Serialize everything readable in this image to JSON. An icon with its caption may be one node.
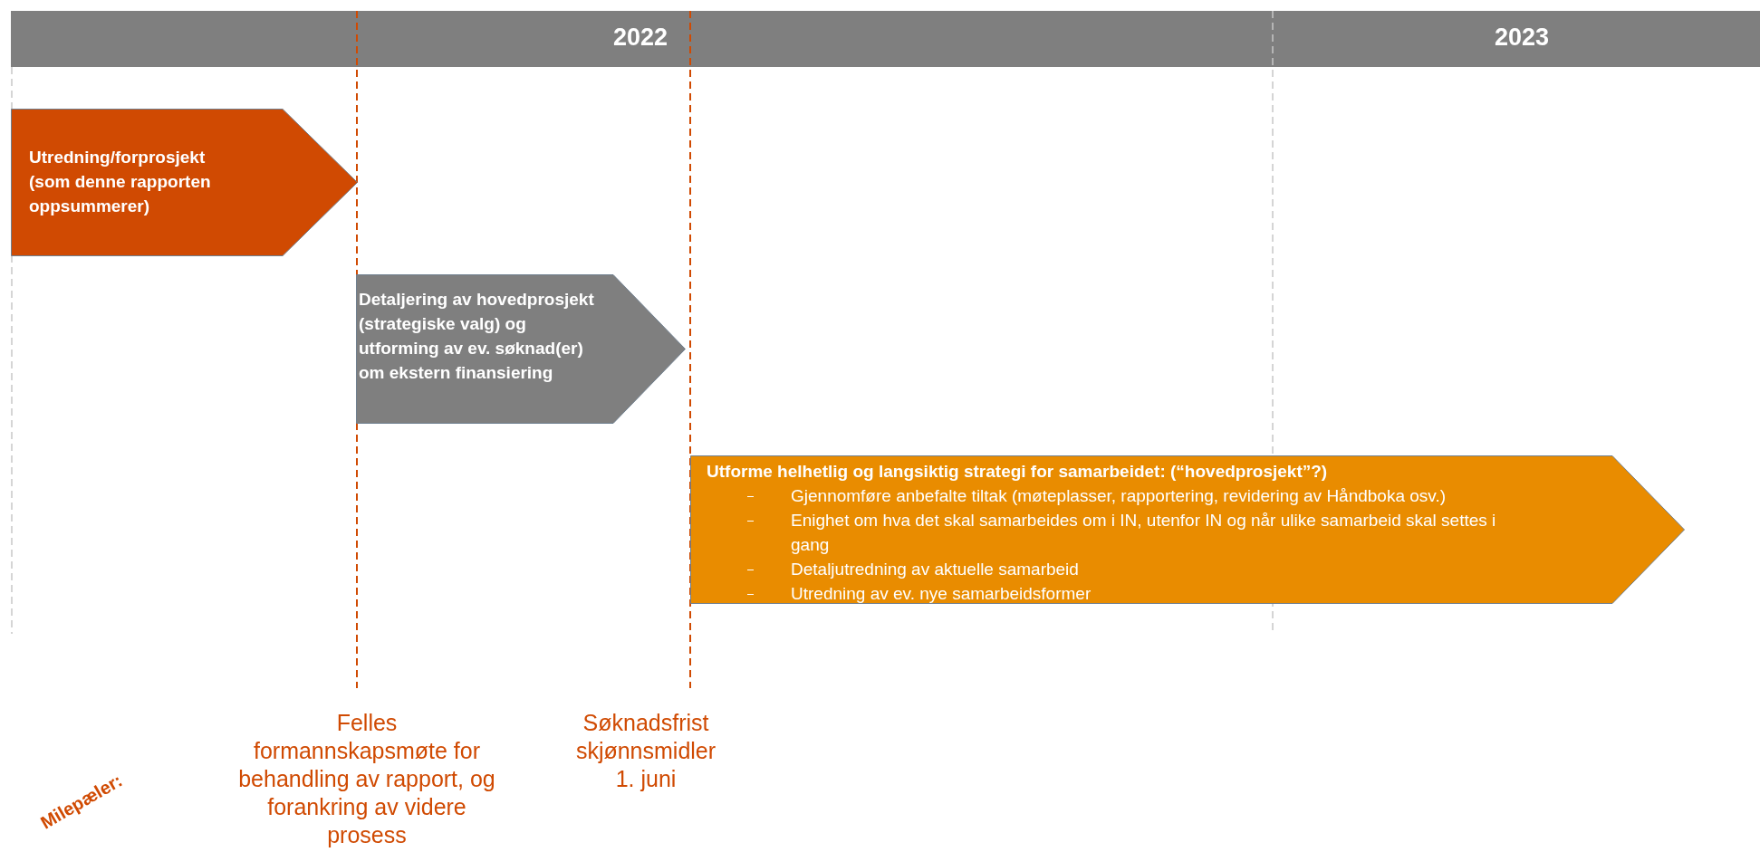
{
  "diagram": {
    "nodes": [
      {
        "text": [
          "Utredning/forprosjekt (som denne rapporten oppsummerer)"
        ]
      },
      {
        "text": [
          "Detaljering av hovedprosjekt (strategiske valg) og utforming av ev. søknad(er) om ekstern finansiering"
        ]
      },
      {
        "text": [
          "Utforme helhetlig og langsiktig strategi for samarbeidet: (“hovedprosjekt”?)",
          "Gjennomføre anbefalte tiltak (møteplasser, rapportering, revidering av Håndboka osv.)",
          "Enighet om hva det skal samarbeides om i IN, utenfor IN og når ulike samarbeid skal settes i gang",
          "Detaljutredning av aktuelle samarbeid",
          "Utredning av ev. nye samarbeidsformer"
        ]
      }
    ],
    "edges": [],
    "labels": [
      "2022",
      "2023",
      "Felles formannskapsmøte for behandling av rapport, og forankring av videre prosess",
      "Søknadsfrist skjønnsmidler 1. juni",
      "Milepæler:"
    ]
  }
}
